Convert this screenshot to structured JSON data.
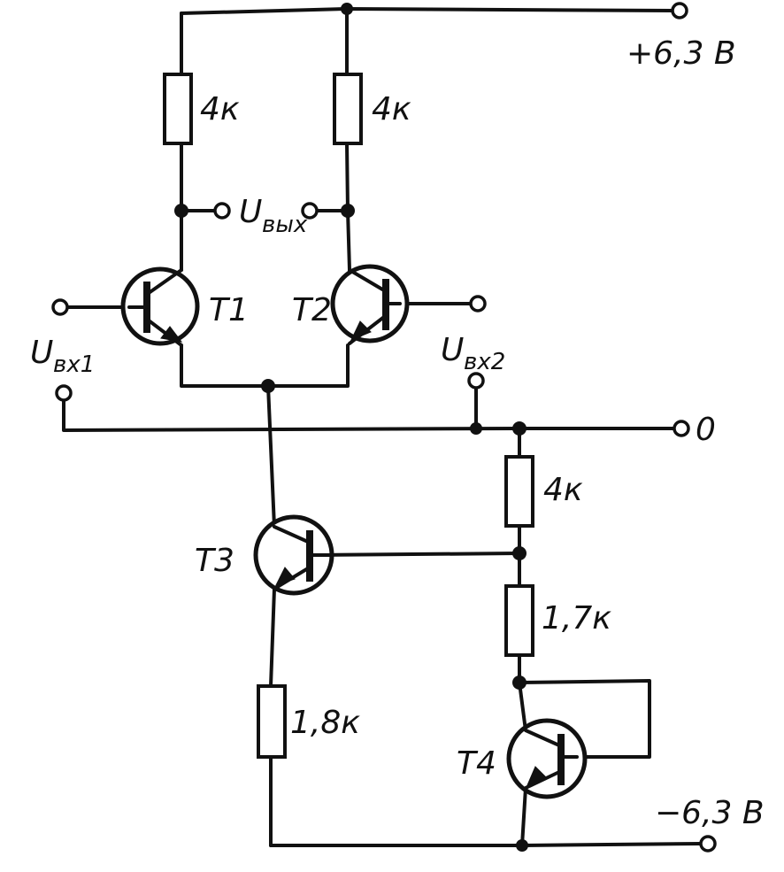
{
  "supply": {
    "positive": "+6,3 В",
    "ground": "0",
    "negative": "−6,3 В"
  },
  "resistors": {
    "r1": "4к",
    "r2": "4к",
    "r3": "4к",
    "r4": "1,7к",
    "r5": "1,8к"
  },
  "transistors": {
    "t1": "T1",
    "t2": "T2",
    "t3": "T3",
    "t4": "T4"
  },
  "signals": {
    "output": {
      "main": "U",
      "sub": "вых"
    },
    "input1": {
      "main": "U",
      "sub": "вх1"
    },
    "input2": {
      "main": "U",
      "sub": "вх2"
    }
  }
}
